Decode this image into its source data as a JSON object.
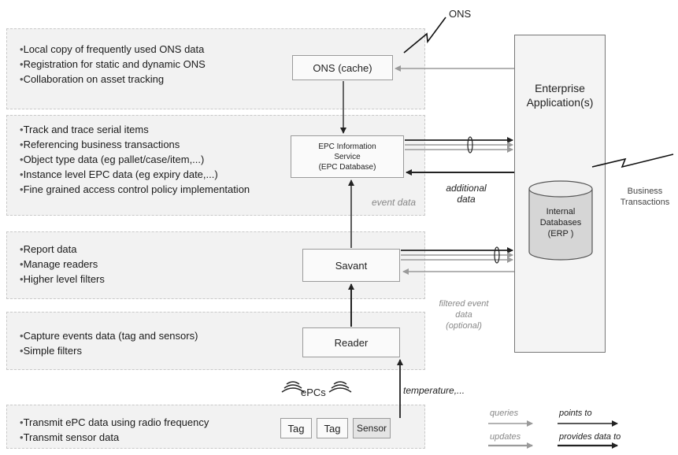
{
  "layers": [
    {
      "bullets": [
        "Local copy of frequently used ONS data",
        "Registration for static and dynamic ONS",
        "Collaboration on asset tracking"
      ]
    },
    {
      "bullets": [
        "Track and trace serial items",
        "Referencing business transactions",
        "Object type data (eg pallet/case/item,...)",
        "Instance level EPC data (eg expiry date,...)",
        "Fine grained access control policy implementation"
      ]
    },
    {
      "bullets": [
        "Report data",
        "Manage readers",
        "Higher level filters"
      ]
    },
    {
      "bullets": [
        "Capture events data (tag and sensors)",
        "Simple filters"
      ]
    },
    {
      "bullets": [
        "Transmit ePC data using radio frequency",
        "Transmit sensor data"
      ]
    }
  ],
  "boxes": {
    "ons_cache": "ONS (cache)",
    "epc_line1": "EPC Information",
    "epc_line2": "Service",
    "epc_line3": "(EPC Database)",
    "savant": "Savant",
    "reader": "Reader",
    "tag1": "Tag",
    "tag2": "Tag",
    "sensor": "Sensor"
  },
  "enterprise": {
    "line1": "Enterprise",
    "line2": "Application(s)"
  },
  "database": {
    "line1": "Internal",
    "line2": "Databases",
    "line3": "(ERP )"
  },
  "labels": {
    "ons": "ONS",
    "business1": "Business",
    "business2": "Transactions",
    "additional1": "additional",
    "additional2": "data",
    "event_data": "event data",
    "filtered1": "filtered event",
    "filtered2": "data",
    "filtered3": "(optional)",
    "epcs": "ePCs",
    "temperature": "temperature,..."
  },
  "legend": {
    "queries": "queries",
    "points_to": "points to",
    "updates": "updates",
    "provides": "provides data to"
  },
  "colors": {
    "layer_bg": "#f2f2f2",
    "gray_arrow": "#9a9a9a",
    "dark_arrow": "#222222"
  }
}
